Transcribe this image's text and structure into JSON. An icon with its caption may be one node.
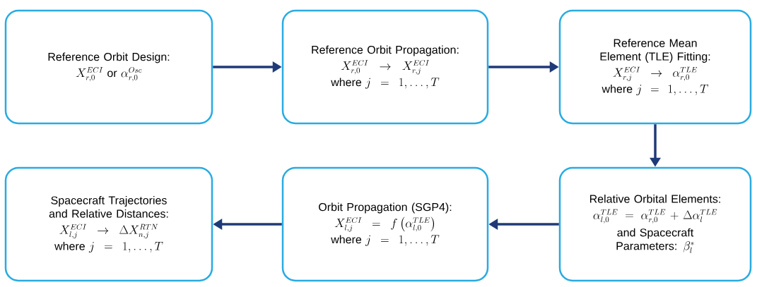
{
  "diagram": {
    "nodes": [
      {
        "text": [
          "Reference Orbit Design:",
          "X_{r,0}^{ECI}\\text{ or }\\alpha_{r,0}^{Osc}"
        ]
      },
      {
        "text": [
          "Reference Orbit Propagation:",
          "X_{r,0}^{ECI} \\rightarrow X_{r,j}^{ECI}",
          "\\text{where } j = 1, \\ldots, T"
        ]
      },
      {
        "text": [
          "Reference Mean Element (TLE) Fitting:",
          "X_{r,j}^{ECI} \\rightarrow \\alpha_{r,0}^{TLE}",
          "\\text{where } j = 1, \\ldots, T"
        ]
      },
      {
        "text": [
          "Relative Orbital Elements:",
          "\\alpha_{l,0}^{TLE} = \\alpha_{r,0}^{TLE} + \\Delta\\alpha_{l}^{TLE}",
          "\\begin{array}{c}\\text{and Spacecraft}\\\\ \\text{Parameters: }\\beta_{l}^{*}\\end{array}"
        ]
      },
      {
        "text": [
          "Orbit Propagation (SGP4):",
          "X_{l,j}^{ECI} = f\\left(\\alpha_{l,0}^{TLE}\\right)",
          "\\text{where } j = 1, \\ldots, T"
        ]
      },
      {
        "text": [
          "Spacecraft Trajectories and Relative Distances:",
          "X_{l,j}^{ECI} \\rightarrow \\Delta X_{n,j}^{RTN}",
          "\\text{where } j = 1, \\ldots, T"
        ]
      }
    ],
    "edges": [
      {
        "from": 0,
        "to": 1,
        "arrow": "to"
      },
      {
        "from": 1,
        "to": 2,
        "arrow": "to"
      },
      {
        "from": 2,
        "to": 3,
        "arrow": "to"
      },
      {
        "from": 3,
        "to": 4,
        "arrow": "to"
      },
      {
        "from": 4,
        "to": 5,
        "arrow": "to"
      }
    ]
  }
}
